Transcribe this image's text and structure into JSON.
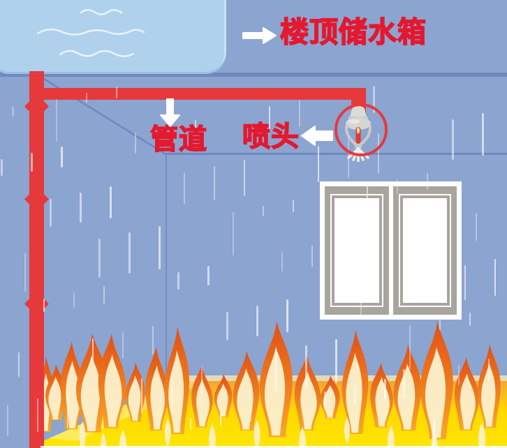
{
  "labels": {
    "tank": "楼顶储水箱",
    "pipe": "管道",
    "sprinkler": "喷头"
  },
  "icons": {
    "tank_pointer": "arrow-right-icon",
    "pipe_pointer": "arrow-down-icon",
    "sprinkler_pointer": "arrow-left-icon",
    "sprinkler": "fire-sprinkler-icon",
    "marker": "circle-highlight-icon"
  },
  "colors": {
    "wall_blue": "#8CA4D0",
    "tank_water_blue": "#AFD1EC",
    "roof_line_blue": "#6F88BE",
    "pipe_red": "#E5393C",
    "label_red": "#E4182F",
    "fire_yellow": "#FFE605",
    "flame_orange": "#EE7D1E",
    "flame_tip_orange": "#E14F16",
    "flame_cream": "#FBF1CE",
    "window_frame_gray": "#A8A49E",
    "window_white": "#FFFFFF",
    "sprinkler_gray": "#D6D7D3",
    "sprinkler_bulb_red": "#E23A34",
    "rain_white": "#FFFFFF",
    "arrow_white": "#FFFFFF"
  }
}
